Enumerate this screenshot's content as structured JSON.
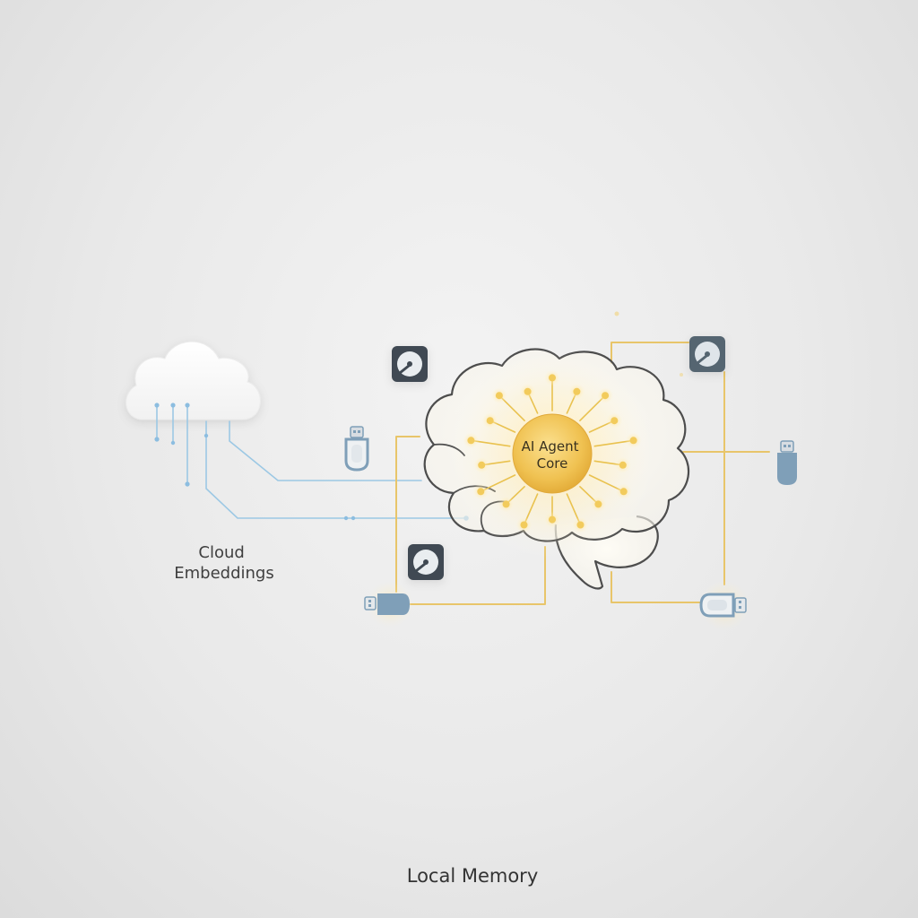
{
  "diagram": {
    "cloud_label_line1": "Cloud",
    "cloud_label_line2": "Embeddings",
    "core_label_line1": "AI Agent",
    "core_label_line2": "Core",
    "footer_label": "Local Memory"
  },
  "icons": [
    "cloud-icon",
    "brain-icon",
    "hard-drive-icon",
    "usb-drive-icon"
  ],
  "colors": {
    "cloud_links": "#9cc8e4",
    "local_links": "#e8c56a",
    "core_fill": "#efc14e",
    "brain_outline": "#4d4d4d",
    "drive_dark": "#3f4a52",
    "usb_blue": "#7f9fb8"
  }
}
